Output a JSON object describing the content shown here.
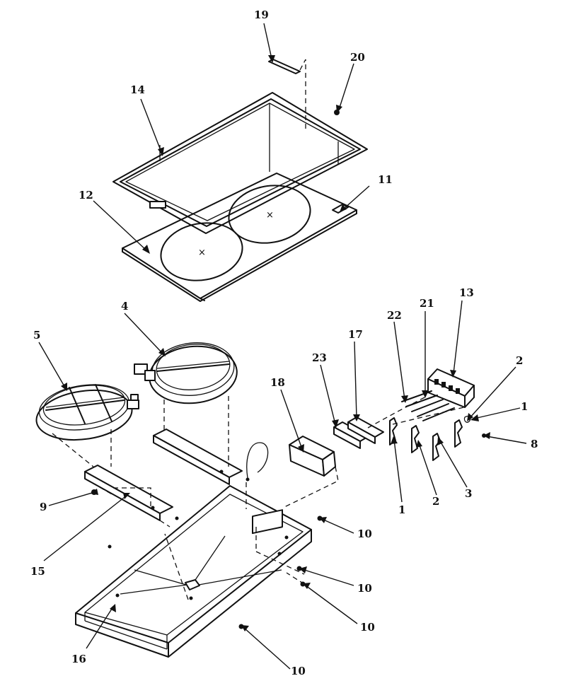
{
  "diagram": {
    "callouts": [
      {
        "id": "c19a",
        "text": "19"
      },
      {
        "id": "c20a",
        "text": "20"
      },
      {
        "id": "c14a",
        "text": "14"
      },
      {
        "id": "c11a",
        "text": "11"
      },
      {
        "id": "c12a",
        "text": "12"
      },
      {
        "id": "c4a",
        "text": "4"
      },
      {
        "id": "c5a",
        "text": "5"
      },
      {
        "id": "c13a",
        "text": "13"
      },
      {
        "id": "c21a",
        "text": "21"
      },
      {
        "id": "c22a",
        "text": "22"
      },
      {
        "id": "c17a",
        "text": "17"
      },
      {
        "id": "c23a",
        "text": "23"
      },
      {
        "id": "c18a",
        "text": "18"
      },
      {
        "id": "c2a",
        "text": "2"
      },
      {
        "id": "c1a",
        "text": "1"
      },
      {
        "id": "c8a",
        "text": "8"
      },
      {
        "id": "c9a",
        "text": "9"
      },
      {
        "id": "c10a",
        "text": "10"
      },
      {
        "id": "c1b",
        "text": "1"
      },
      {
        "id": "c2b",
        "text": "2"
      },
      {
        "id": "c3a",
        "text": "3"
      },
      {
        "id": "c15a",
        "text": "15"
      },
      {
        "id": "c10b",
        "text": "10"
      },
      {
        "id": "c10c",
        "text": "10"
      },
      {
        "id": "c16a",
        "text": "16"
      },
      {
        "id": "c10d",
        "text": "10"
      }
    ],
    "cooktop_marks": [
      "×",
      "×"
    ]
  }
}
